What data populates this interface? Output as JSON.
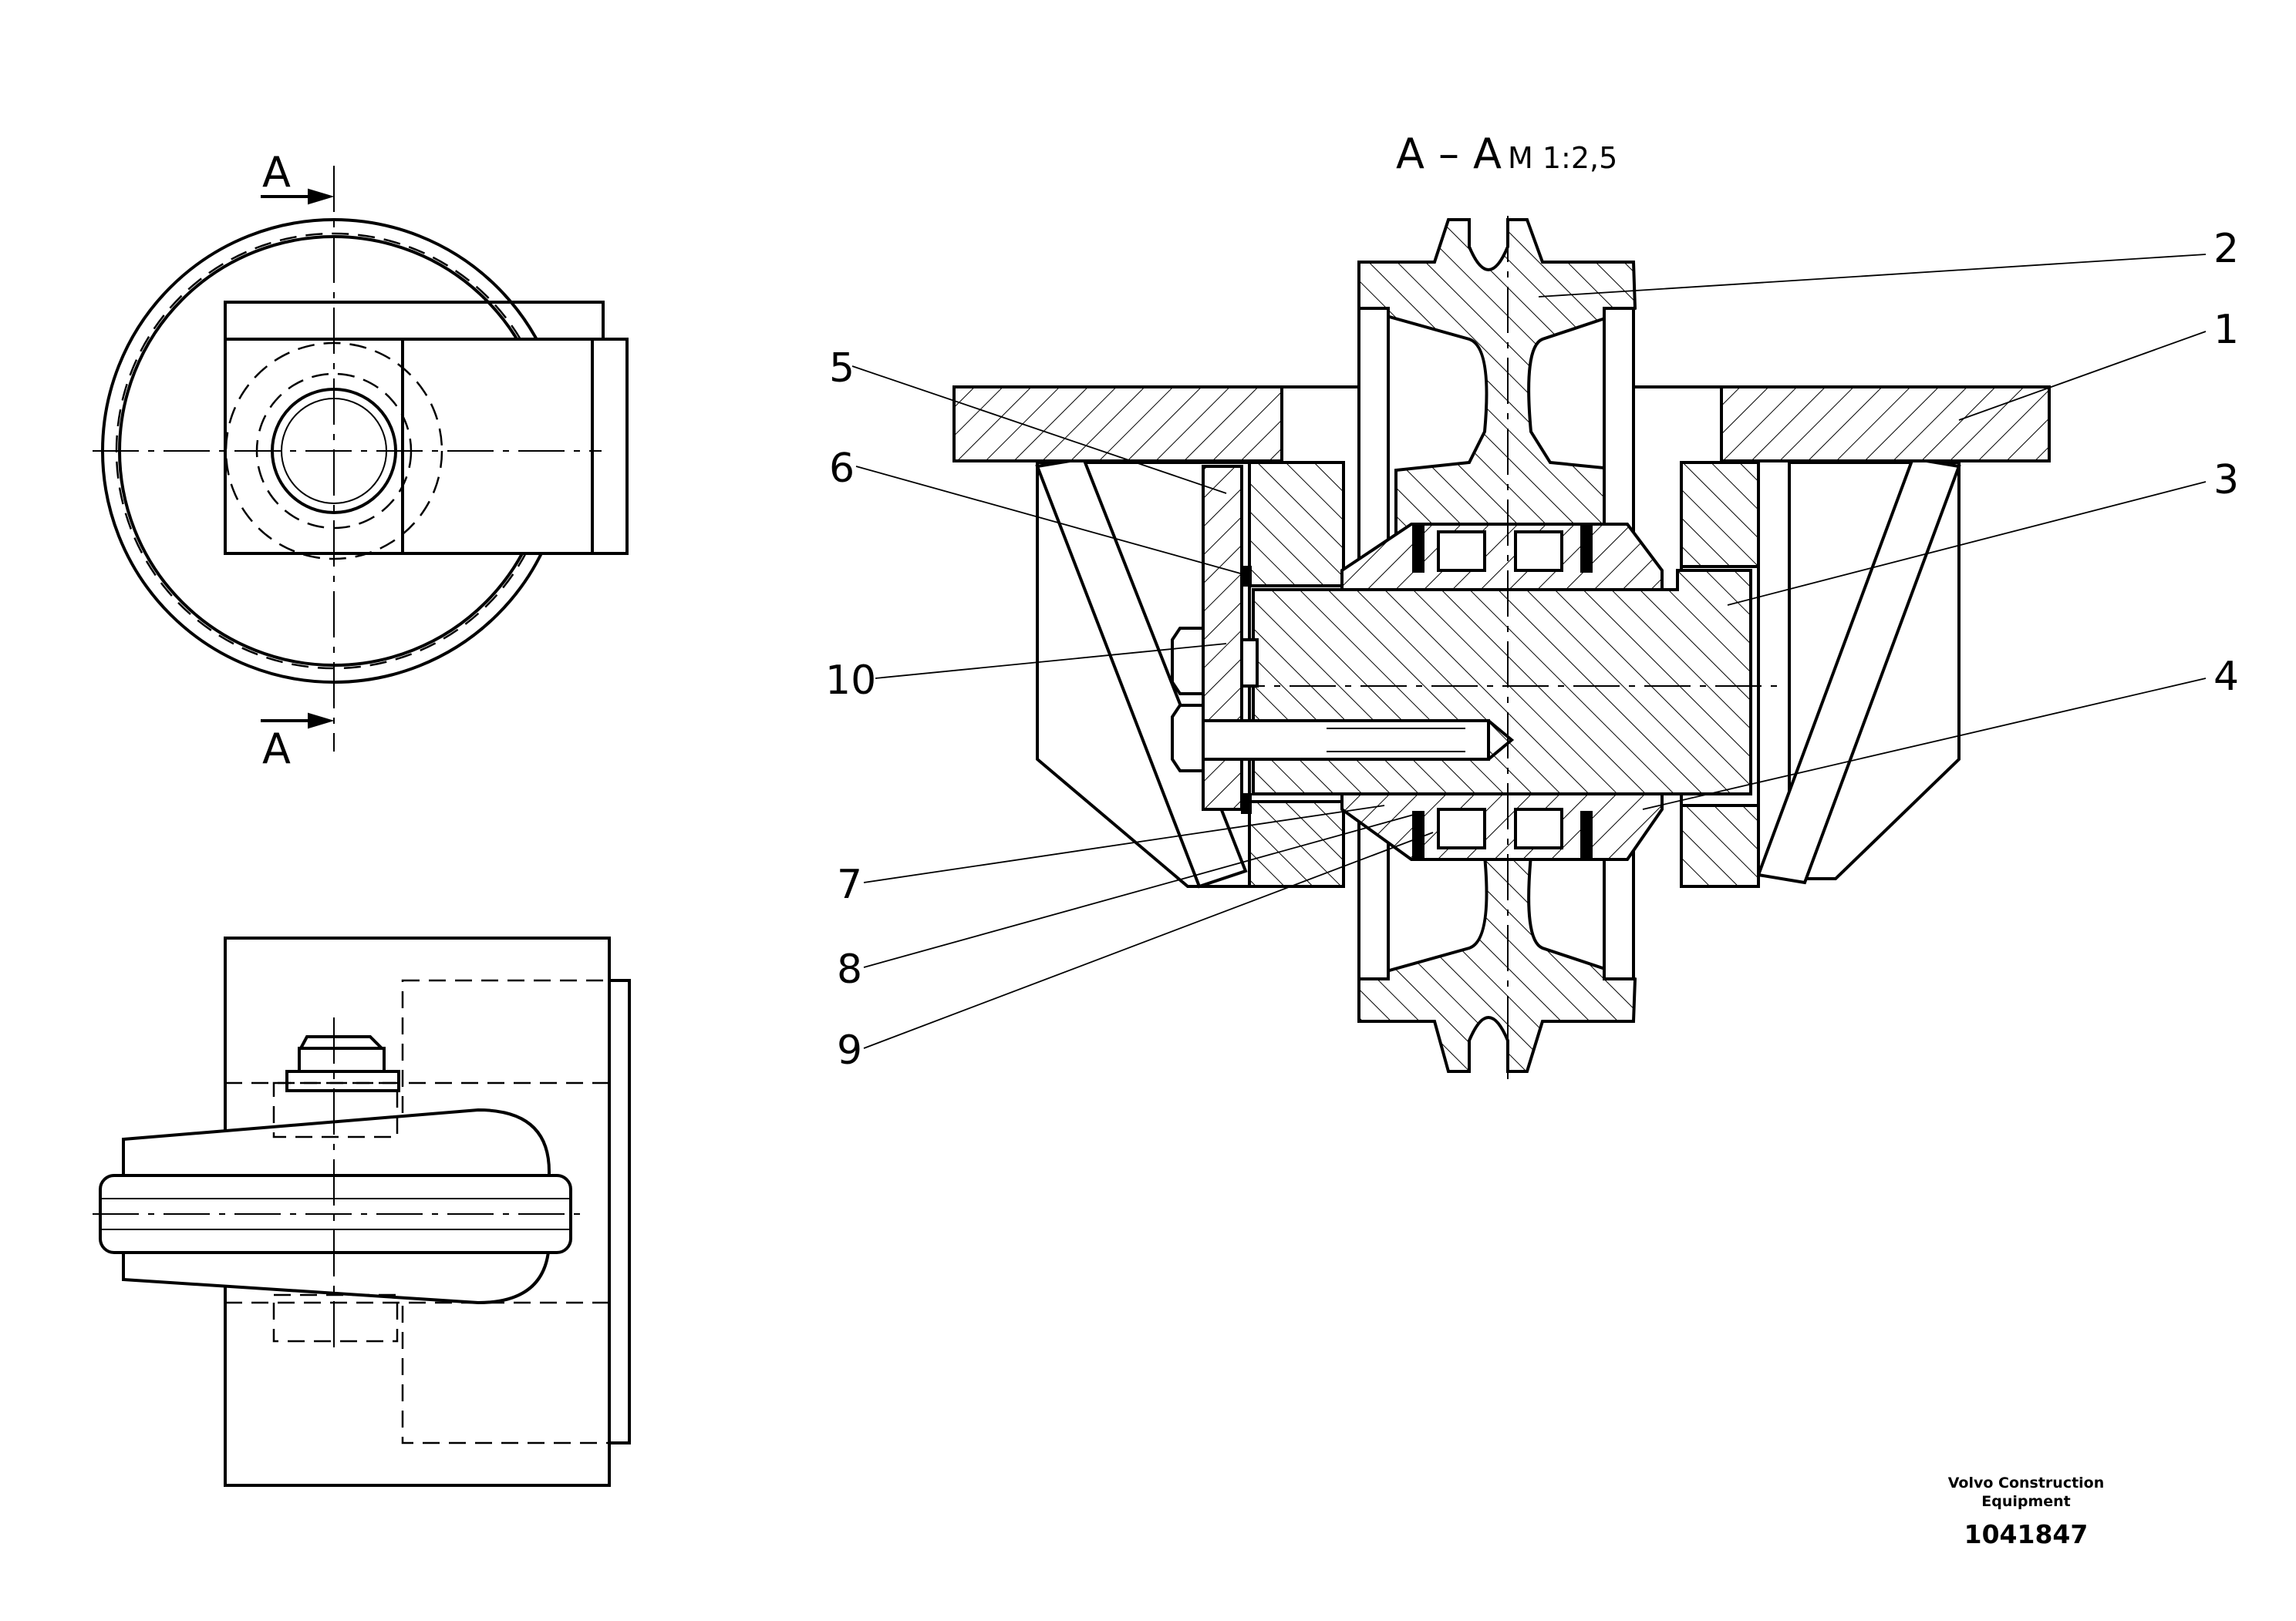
{
  "section_view": {
    "title_letter_left": "A",
    "title_dash": "–",
    "title_letter_right": "A",
    "scale": "M 1:2,5"
  },
  "cut_markers": {
    "top_label": "A",
    "bottom_label": "A"
  },
  "callouts": [
    "1",
    "2",
    "3",
    "4",
    "5",
    "6",
    "7",
    "8",
    "9",
    "10"
  ],
  "brand": {
    "line1": "Volvo Construction",
    "line2": "Equipment",
    "part_number": "1041847"
  }
}
